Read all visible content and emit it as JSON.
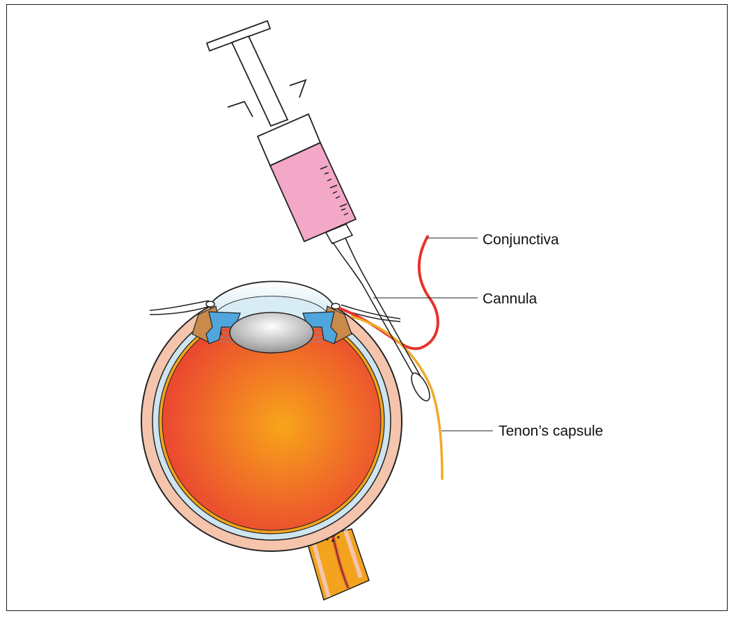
{
  "labels": {
    "conjunctiva": "Conjunctiva",
    "cannula": "Cannula",
    "tenons_capsule": "Tenon’s capsule"
  },
  "colors": {
    "vitreous_center": "#f8a51a",
    "vitreous_edge": "#e93e32",
    "sclera": "#f4c4ad",
    "choroid": "#cde5f1",
    "retina": "#f3a31d",
    "iris_blue": "#4fa6dc",
    "ciliary": "#c98a4a",
    "conjunctiva": "#e8332a",
    "tenons_capsule": "#f2a928",
    "syringe_fluid": "#f4a8c7"
  },
  "icons": {
    "syringe": "syringe-icon"
  }
}
